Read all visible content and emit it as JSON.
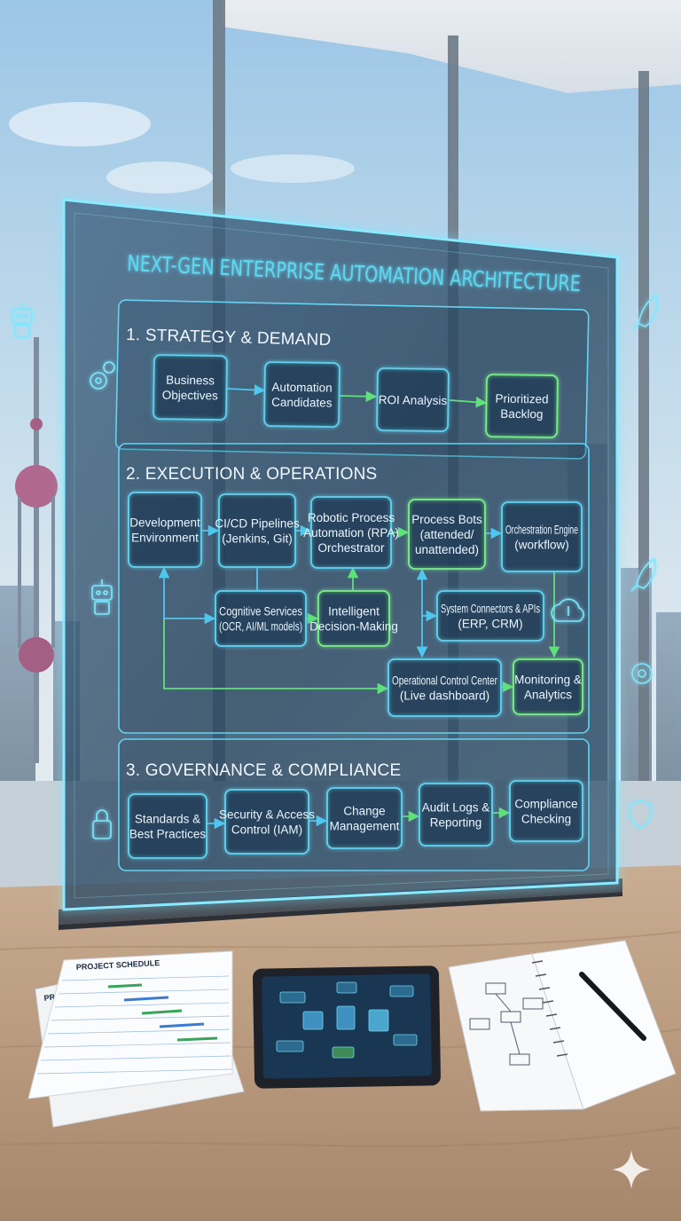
{
  "title": "NEXT-GEN ENTERPRISE AUTOMATION ARCHITECTURE",
  "sections": [
    {
      "title": "1. STRATEGY & DEMAND",
      "nodes": [
        {
          "id": "business-objectives",
          "label": [
            "Business",
            "Objectives"
          ],
          "accent": "blue"
        },
        {
          "id": "automation-candidates",
          "label": [
            "Automation",
            "Candidates"
          ],
          "accent": "blue"
        },
        {
          "id": "roi-analysis",
          "label": [
            "ROI Analysis"
          ],
          "accent": "blue"
        },
        {
          "id": "prioritized-backlog",
          "label": [
            "Prioritized",
            "Backlog"
          ],
          "accent": "green"
        }
      ]
    },
    {
      "title": "2. EXECUTION & OPERATIONS",
      "nodes": [
        {
          "id": "development-environment",
          "label": [
            "Development",
            "Environment"
          ],
          "accent": "blue"
        },
        {
          "id": "cicd-pipelines",
          "label": [
            "CI/CD Pipelines",
            "(Jenkins, Git)"
          ],
          "accent": "blue"
        },
        {
          "id": "rpa-orchestrator",
          "label": [
            "Robotic Process",
            "Automation (RPA)",
            "Orchestrator"
          ],
          "accent": "blue"
        },
        {
          "id": "process-bots",
          "label": [
            "Process Bots",
            "(attended/",
            "unattended)"
          ],
          "accent": "green"
        },
        {
          "id": "orchestration-engine",
          "label": [
            "Orchestration Engine",
            "(workflow)"
          ],
          "accent": "blue"
        },
        {
          "id": "cognitive-services",
          "label": [
            "Cognitive Services",
            "(OCR, AI/ML models)"
          ],
          "accent": "blue"
        },
        {
          "id": "intelligent-decision-making",
          "label": [
            "Intelligent",
            "Decision-Making"
          ],
          "accent": "green"
        },
        {
          "id": "system-connectors",
          "label": [
            "System Connectors & APIs",
            "(ERP, CRM)"
          ],
          "accent": "blue"
        },
        {
          "id": "operational-control-center",
          "label": [
            "Operational Control Center",
            "(Live dashboard)"
          ],
          "accent": "blue"
        },
        {
          "id": "monitoring-analytics",
          "label": [
            "Monitoring &",
            "Analytics"
          ],
          "accent": "green"
        }
      ]
    },
    {
      "title": "3. GOVERNANCE & COMPLIANCE",
      "nodes": [
        {
          "id": "standards-best-practices",
          "label": [
            "Standards &",
            "Best Practices"
          ],
          "accent": "blue"
        },
        {
          "id": "security-access-control",
          "label": [
            "Security & Access",
            "Control (IAM)"
          ],
          "accent": "blue"
        },
        {
          "id": "change-management",
          "label": [
            "Change",
            "Management"
          ],
          "accent": "blue"
        },
        {
          "id": "audit-logs-reporting",
          "label": [
            "Audit Logs &",
            "Reporting"
          ],
          "accent": "blue"
        },
        {
          "id": "compliance-checking",
          "label": [
            "Compliance",
            "Checking"
          ],
          "accent": "blue"
        }
      ]
    }
  ],
  "desk": {
    "schedule_title": "PROJECT SCHEDULE",
    "schedule_back_label": "PRO"
  },
  "colors": {
    "panel_glow": "#7ee8ff",
    "node_blue": "#62d4f2",
    "node_green": "#7cf08a",
    "title_cyan": "#5fd9f2",
    "arrow_blue": "#4fc6ee",
    "arrow_green": "#5fe07a"
  },
  "icons": [
    "robot-icon",
    "gears-icon",
    "lock-icon",
    "rocket-icon",
    "cloud-sync-icon",
    "gear-icon",
    "shield-icon"
  ]
}
